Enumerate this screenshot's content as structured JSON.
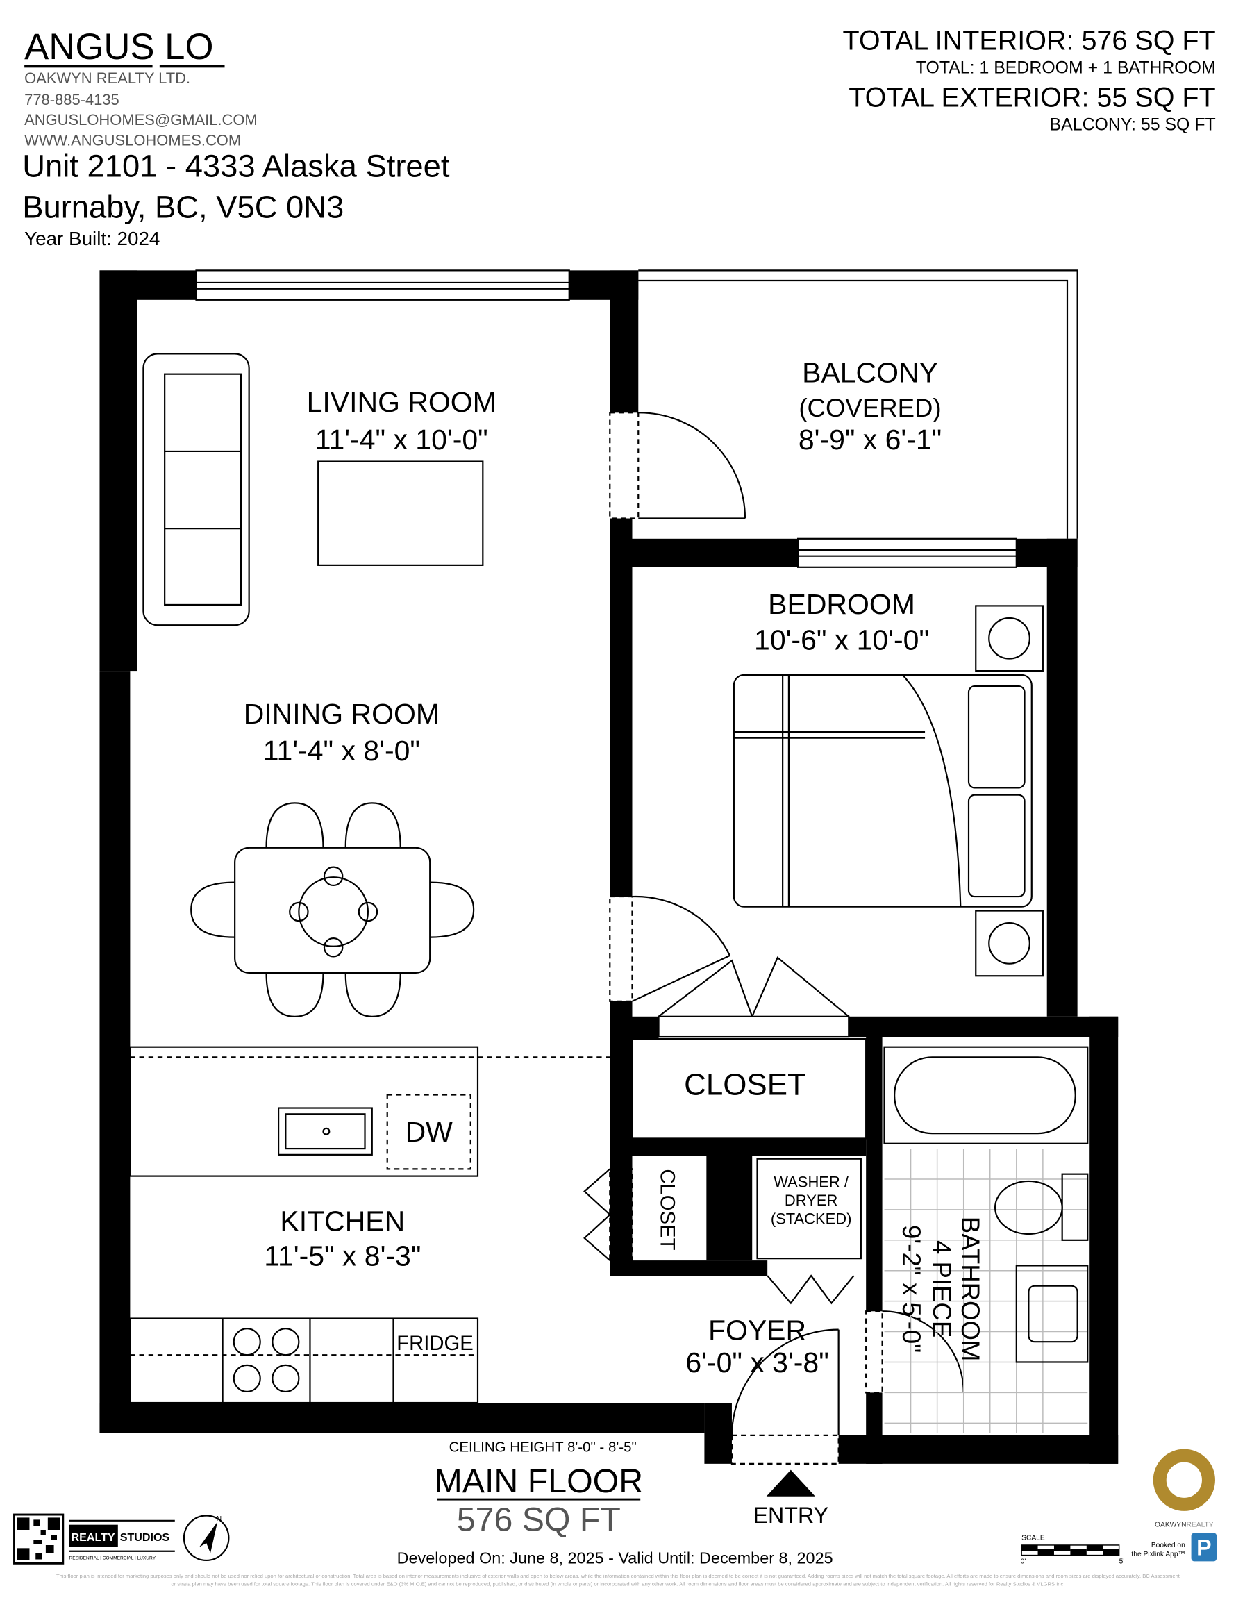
{
  "agent": {
    "name": "ANGUS LO",
    "brokerage": "OAKWYN REALTY LTD.",
    "phone": "778-885-4135",
    "email": "ANGUSLOHOMES@GMAIL.COM",
    "website": "WWW.ANGUSLOHOMES.COM"
  },
  "property": {
    "address_line1": "Unit 2101 - 4333 Alaska Street",
    "address_line2": "Burnaby, BC, V5C 0N3",
    "year_built": "Year Built: 2024"
  },
  "totals": {
    "interior": "TOTAL INTERIOR: 576 SQ FT",
    "rooms": "TOTAL: 1 BEDROOM + 1 BATHROOM",
    "exterior": "TOTAL EXTERIOR: 55 SQ FT",
    "balcony": "BALCONY: 55 SQ FT"
  },
  "rooms": {
    "living": {
      "name": "LIVING ROOM",
      "dims": "11'-4\" x 10'-0\""
    },
    "balcony": {
      "name": "BALCONY",
      "note": "(COVERED)",
      "dims": "8'-9\" x 6'-1\""
    },
    "bedroom": {
      "name": "BEDROOM",
      "dims": "10'-6\" x 10'-0\""
    },
    "dining": {
      "name": "DINING ROOM",
      "dims": "11'-4\" x 8'-0\""
    },
    "closet_main": {
      "name": "CLOSET"
    },
    "closet_small": {
      "name": "CLOSET"
    },
    "kitchen": {
      "name": "KITCHEN",
      "dims": "11'-5\" x 8'-3\""
    },
    "dishwasher": "DW",
    "fridge": "FRIDGE",
    "laundry": {
      "line1": "WASHER /",
      "line2": "DRYER",
      "line3": "(STACKED)"
    },
    "bathroom": {
      "name": "BATHROOM",
      "type": "4 PIECE",
      "dims": "9'-2\" x 5'-0\""
    },
    "foyer": {
      "name": "FOYER",
      "dims": "6'-0\" x 3'-8\""
    }
  },
  "floor": {
    "ceiling": "CEILING HEIGHT 8'-0\" - 8'-5\"",
    "name": "MAIN FLOOR",
    "area": "576 SQ FT",
    "entry": "ENTRY"
  },
  "footer": {
    "developed": "Developed On: June 8, 2025 - Valid Until: December 8, 2025",
    "disclaimer1": "This floor plan is intended for marketing purposes only and should not be used nor relied upon for architectural or construction. Total area is based on interior measurements inclusive of exterior walls and open to below areas, while the information contained within this floor plan is deemed to be correct it is not guaranteed. Adding rooms sizes will not match the total square footage. All efforts are made to ensure dimensions and room sizes are displayed accurately. BC Assessment",
    "disclaimer2": "or strata plan may have been used for total square footage. This floor plan is covered under E&O (3% M.O.E) and cannot be reproduced, published, or distributed (in whole or parts) or incorporated with any other work. All room dimensions and floor areas must be considered approximate and are subject to independent verification. All rights reserved for Realty Studios & VLGRS Inc.",
    "studio_logo_left": "REALTY",
    "studio_logo_right": "STUDIOS",
    "studio_tagline": "RESIDENTIAL | COMMERCIAL | LUXURY",
    "compass_label": "N",
    "brokerage_logo_a": "OAKWYN",
    "brokerage_logo_b": "REALTY",
    "scale_label": "SCALE",
    "scale_start": "0'",
    "scale_end": "5'",
    "pixlink_line1": "Booked on",
    "pixlink_line2": "the Pixlink App™",
    "pixlink_mark": "P"
  },
  "colors": {
    "walls": "#000000",
    "brand_gold": "#B08A2E",
    "pixlink_blue": "#2B7BB9"
  }
}
